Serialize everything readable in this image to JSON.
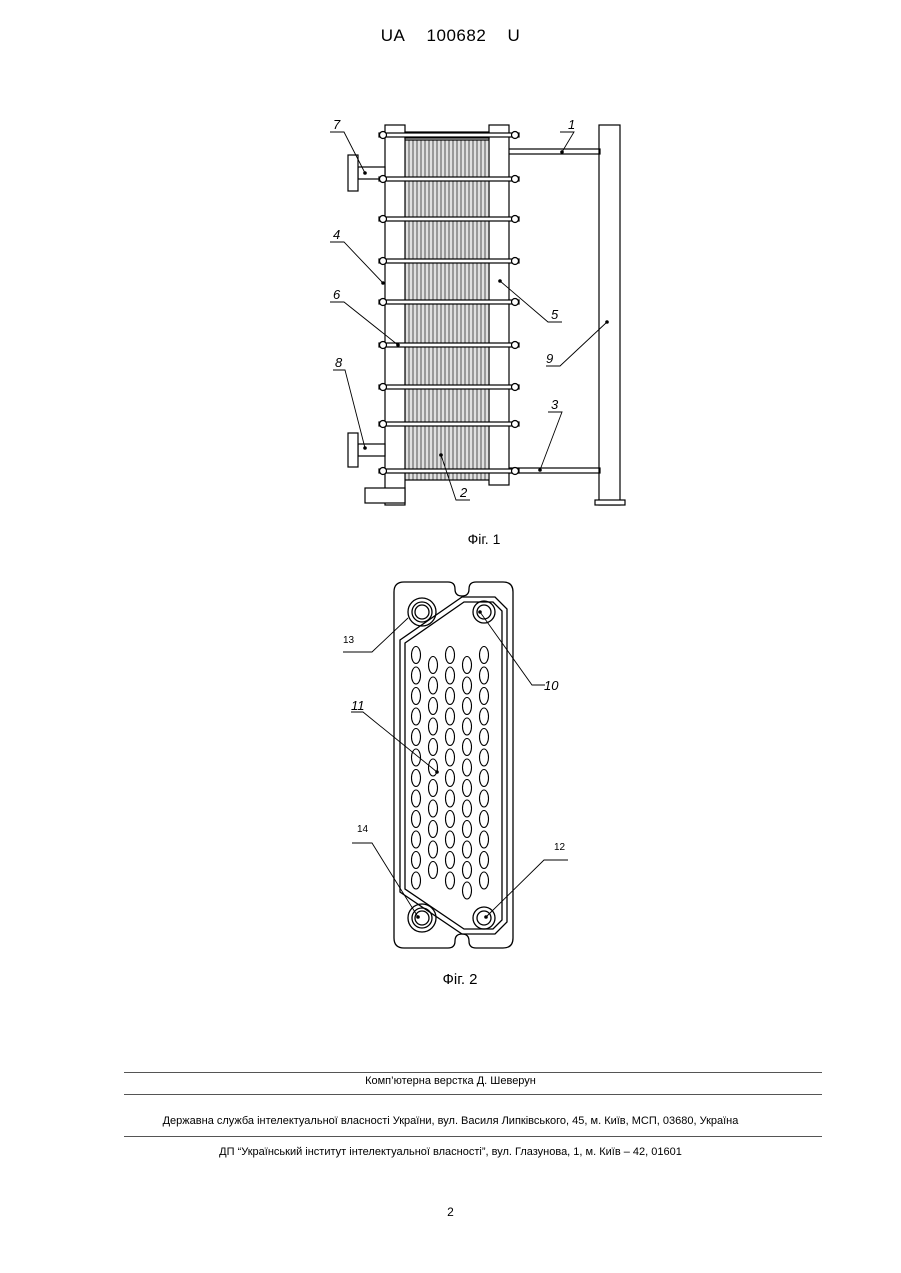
{
  "header": {
    "country": "UA",
    "number": "100682",
    "kind": "U"
  },
  "figure1": {
    "caption": "Фіг. 1",
    "labels": {
      "l1": "1",
      "l2": "2",
      "l3": "3",
      "l4": "4",
      "l5": "5",
      "l6": "6",
      "l7": "7",
      "l8": "8",
      "l9": "9"
    }
  },
  "figure2": {
    "caption": "Фіг. 2",
    "labels": {
      "l10": "10",
      "l11": "11",
      "l12": "12",
      "l13": "13",
      "l14": "14"
    }
  },
  "footer": {
    "layout": "Комп’ютерна верстка Д. Шеверун",
    "service": "Державна служба інтелектуальної власності України, вул. Василя Липківського, 45, м. Київ, МСП, 03680, Україна",
    "institute": "ДП “Український інститут інтелектуальної власності”, вул. Глазунова, 1, м. Київ – 42, 01601"
  },
  "page_number": "2"
}
